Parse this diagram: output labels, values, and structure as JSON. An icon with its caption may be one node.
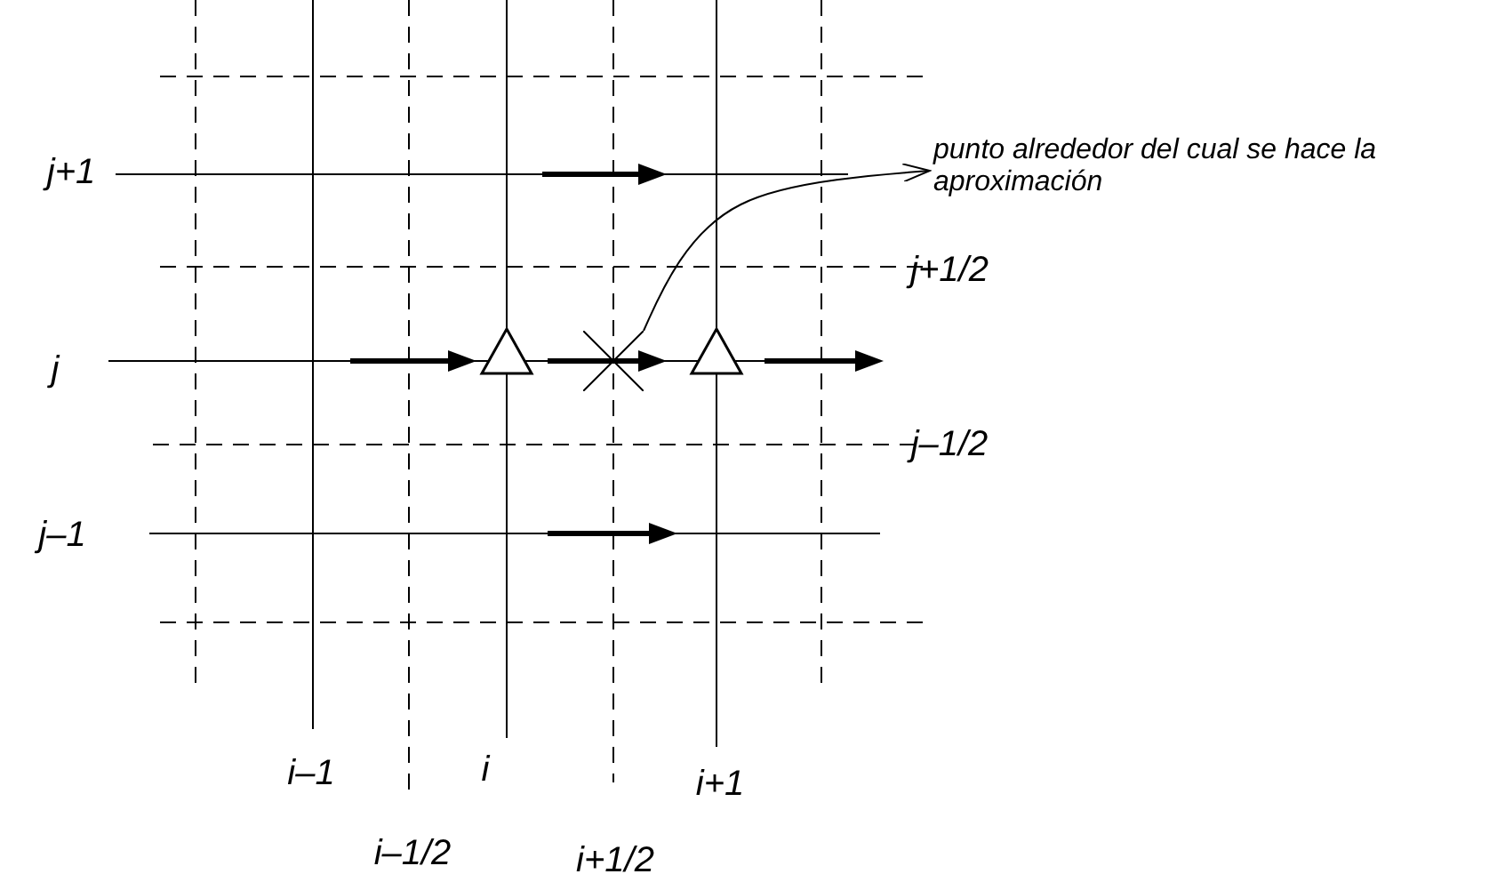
{
  "diagram": {
    "nodes": [
      {
        "text": [
          "punto alrededor del cual se hace la aproximación"
        ]
      },
      {
        "text": [],
        "shape": "cross"
      }
    ],
    "edges": [
      {
        "from": 1,
        "to": 0,
        "arrow": "to"
      }
    ],
    "labels": [
      "j+1",
      "j+1/2",
      "j",
      "j–1/2",
      "j–1",
      "i–1",
      "i",
      "i+1",
      "i–1/2",
      "i+1/2"
    ]
  }
}
